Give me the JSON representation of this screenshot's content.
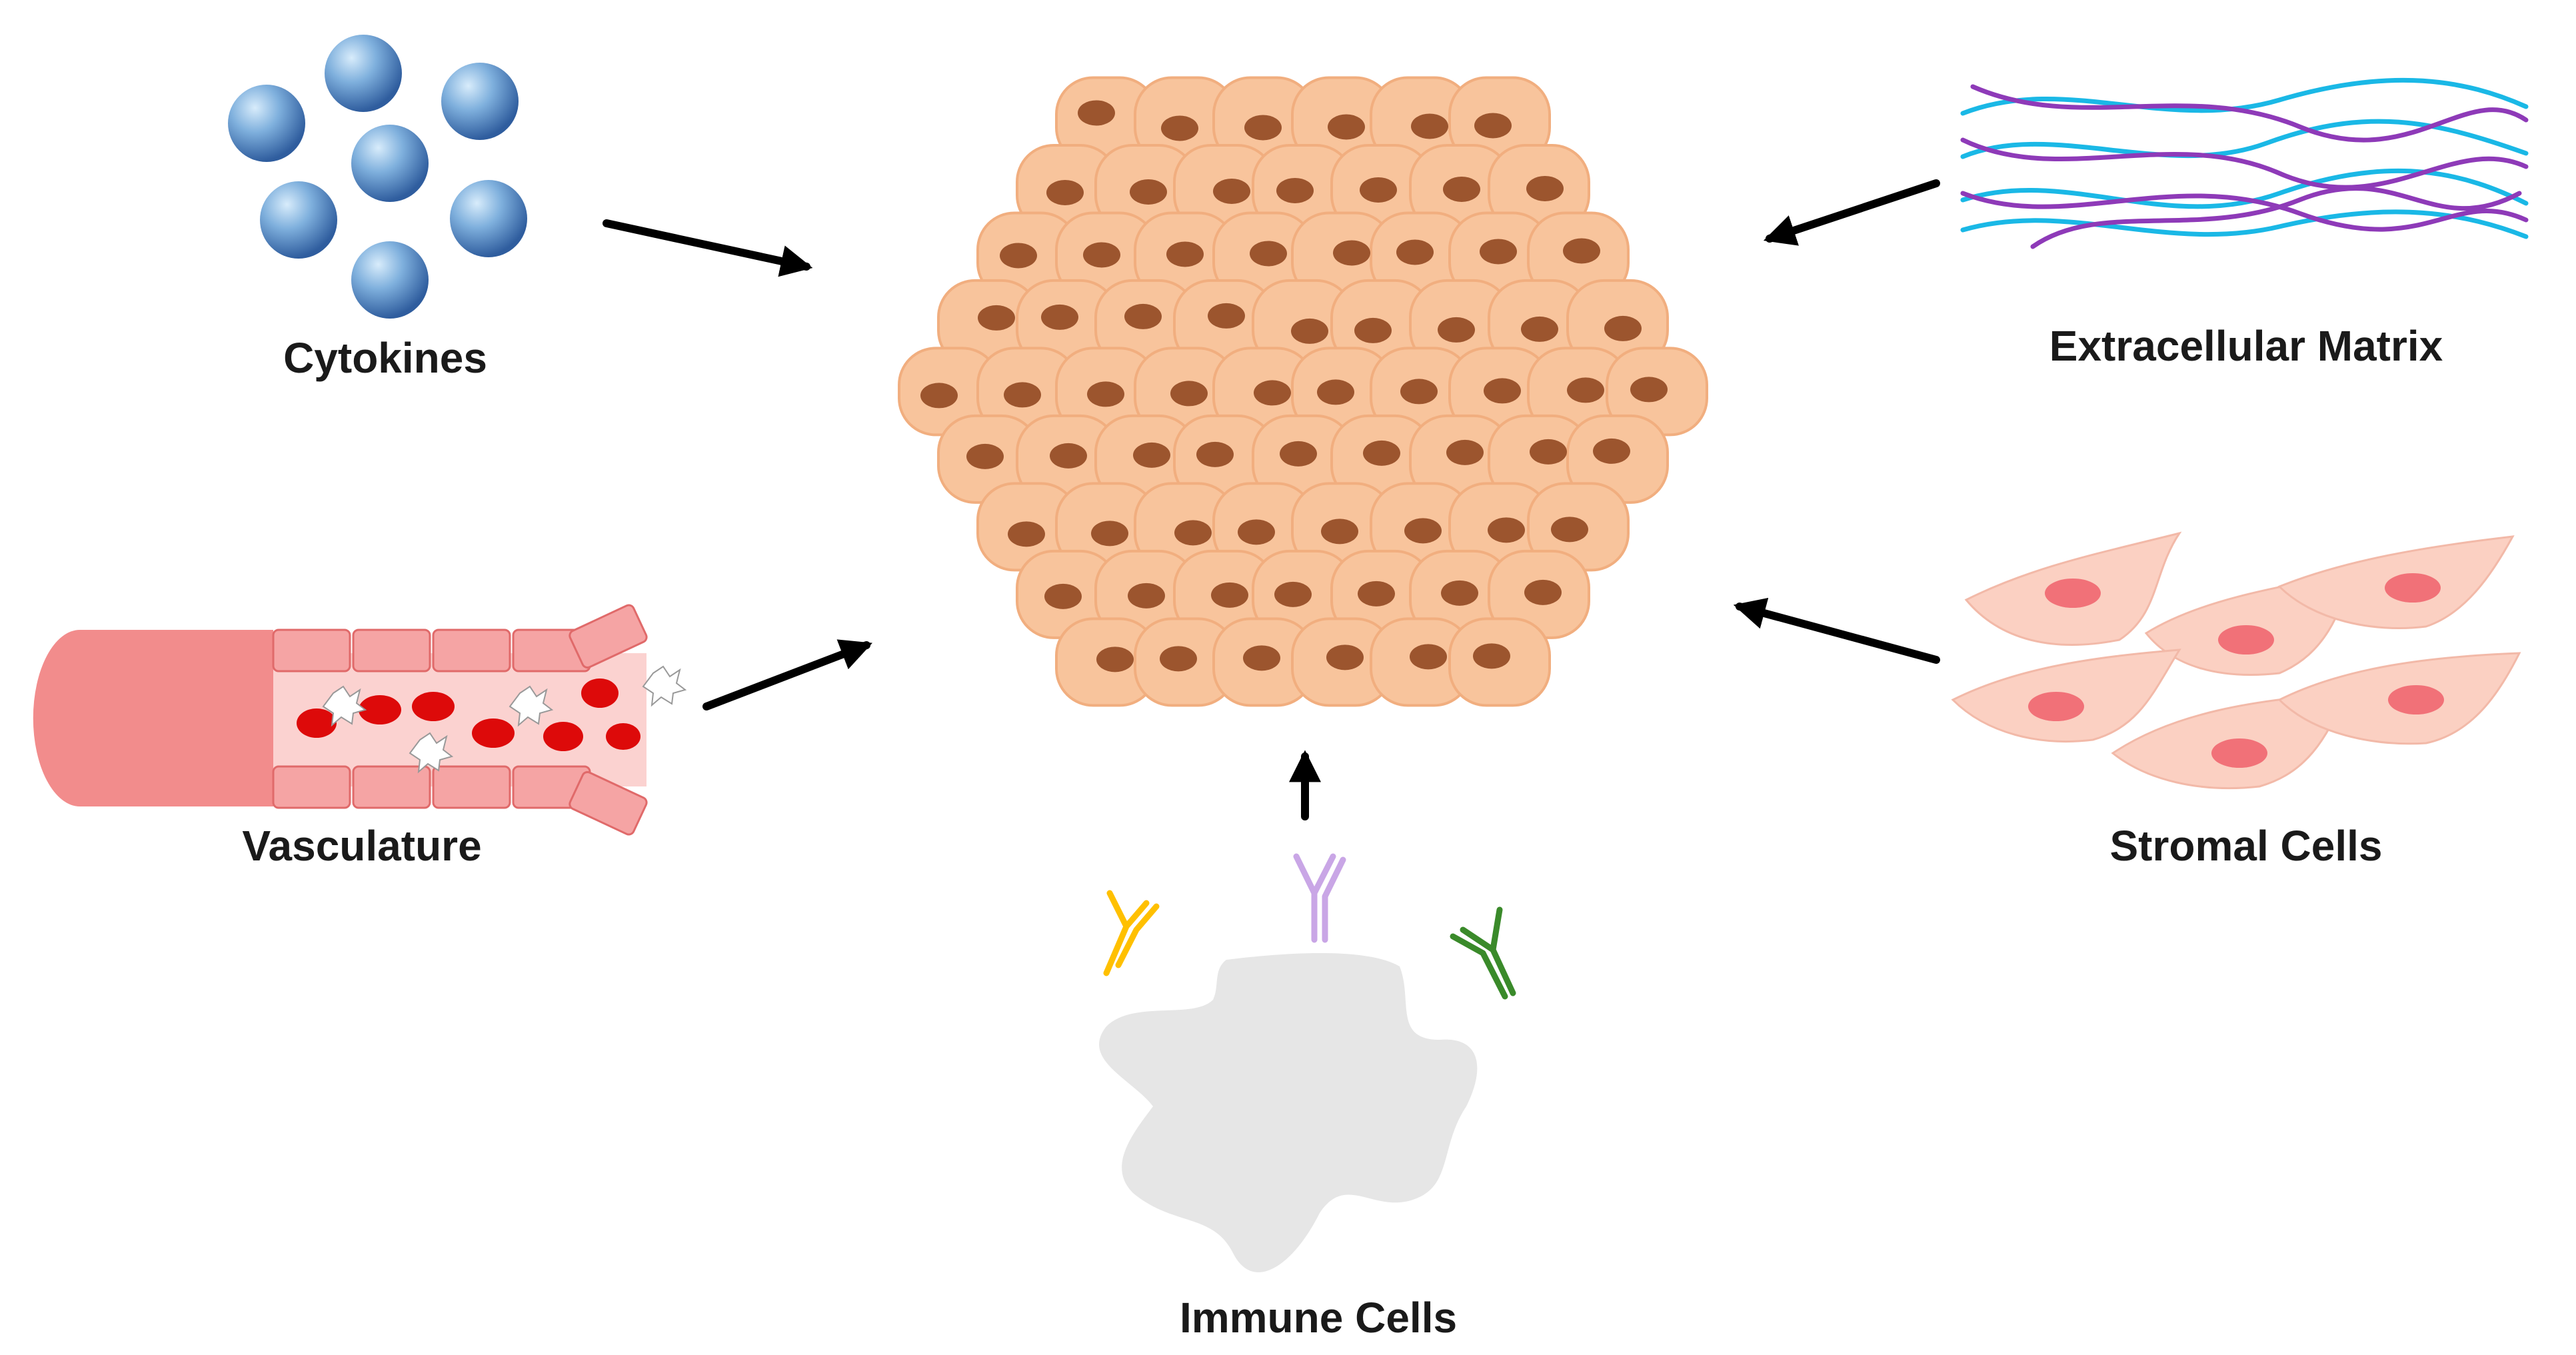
{
  "labels": {
    "cytokines": "Cytokines",
    "extracellular_matrix": "Extracellular Matrix",
    "vasculature": "Vasculature",
    "stromal_cells": "Stromal Cells",
    "immune_cells": "Immune Cells"
  },
  "colors": {
    "tumor_cell": "#f8c49c",
    "tumor_cell_outline": "#f1ae7f",
    "tumor_nucleus": "#9c552e",
    "cytokine": "#6f9fd0",
    "ecm_cyan": "#1ab8e6",
    "ecm_purple": "#8e3ab8",
    "vessel": "#f28c8c",
    "vessel_lumen": "#fbd2d0",
    "red_blood_cell": "#dd0a0a",
    "stromal_cell": "#fbd0c2",
    "stromal_nucleus": "#f17178",
    "immune_cell": "#e6e6e6",
    "antibody_yellow": "#ffc000",
    "antibody_purple": "#c9a6e6",
    "antibody_green": "#3a8a2a",
    "arrow": "#000000"
  },
  "icons": {
    "tumor": "tumor-cell-cluster-icon",
    "cytokines": "cytokine-spheres-icon",
    "ecm": "extracellular-matrix-fibers-icon",
    "vasculature": "blood-vessel-icon",
    "stromal": "stromal-cells-icon",
    "immune": "immune-cell-icon"
  }
}
